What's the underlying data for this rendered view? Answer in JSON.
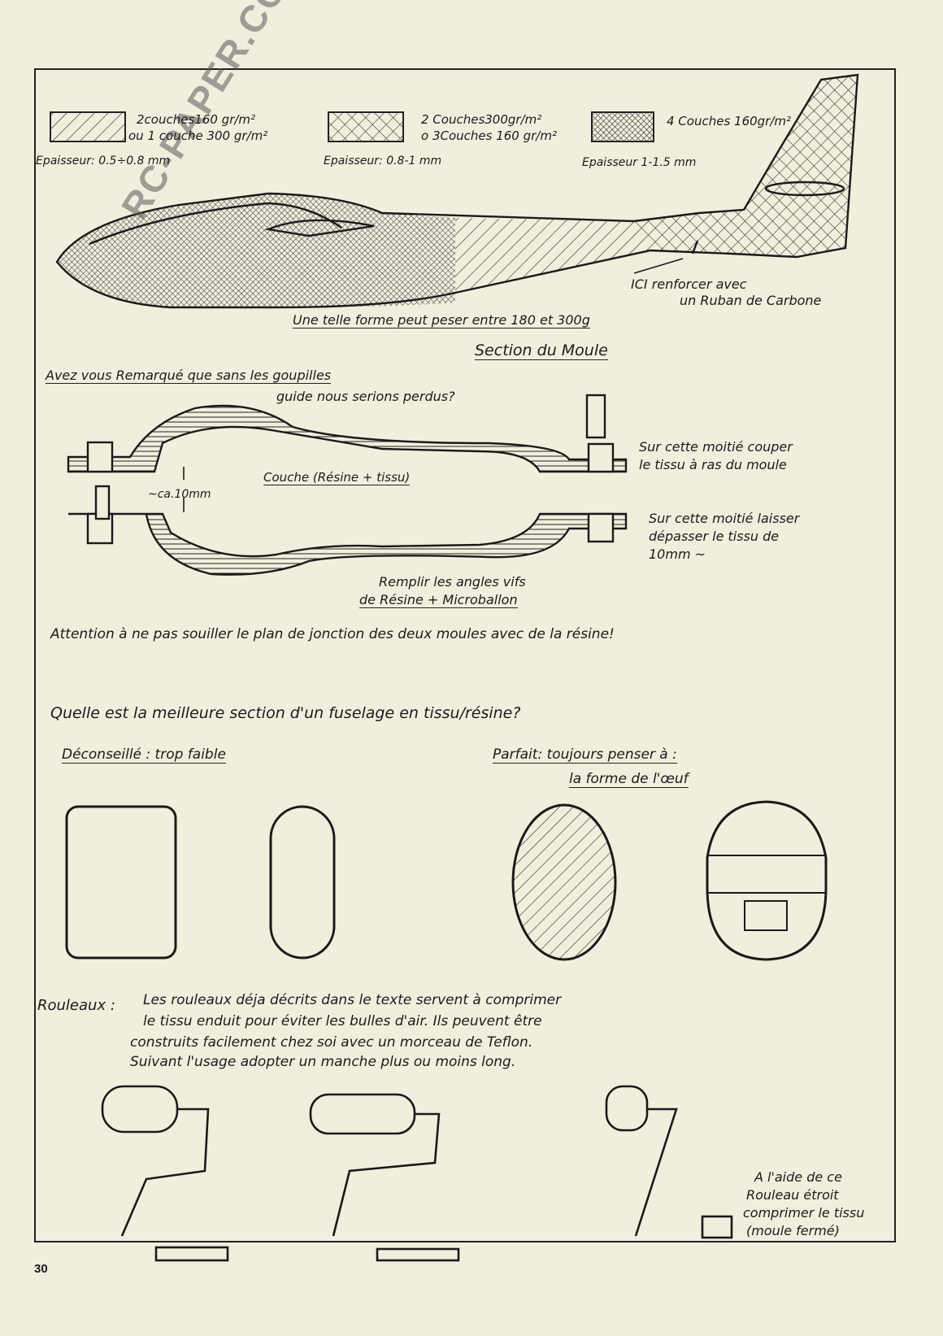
{
  "watermark": "RC-PAPER.COM",
  "legend": [
    {
      "line1": "2couches160 gr/m²",
      "line2": "ou 1 couche 300 gr/m²",
      "thickness": "Epaisseur: 0.5÷0.8 mm"
    },
    {
      "line1": "2 Couches300gr/m²",
      "line2": "o 3Couches 160 gr/m²",
      "thickness": "Epaisseur: 0.8-1 mm"
    },
    {
      "line1": "4 Couches 160gr/m²",
      "line2": "",
      "thickness": "Epaisseur 1-1.5 mm"
    }
  ],
  "fuselage": {
    "note1": "ICI renforcer avec",
    "note2": "un Ruban de Carbone",
    "weight": "Une telle forme peut peser entre 180 et 300g"
  },
  "mould": {
    "title": "Section du Moule",
    "question1": "Avez vous Remarqué que sans les goupilles",
    "question2": "guide nous serions perdus?",
    "layer": "Couche (Résine + tissu)",
    "gap": "~ca.10mm",
    "top1": "Sur cette moitié couper",
    "top2": "le tissu à ras du moule",
    "bot1": "Sur cette moitié laisser",
    "bot2": "dépasser le tissu de",
    "bot3": "10mm ~",
    "fill1": "Remplir les angles vifs",
    "fill2": "de Résine + Microballon",
    "warning": "Attention à ne pas souiller le plan de jonction des deux moules avec de la résine!"
  },
  "sections": {
    "question": "Quelle est la meilleure section d'un fuselage en tissu/résine?",
    "bad": "Déconseillé : trop faible",
    "good1": "Parfait: toujours penser à :",
    "good2": "la forme de l'œuf"
  },
  "rollers": {
    "label": "Rouleaux :",
    "l1": "Les rouleaux déja décrits dans le texte servent à comprimer",
    "l2": "le tissu enduit pour éviter les bulles d'air. Ils peuvent être",
    "l3": "construits facilement chez soi avec un morceau de Teflon.",
    "l4": "Suivant l'usage adopter un manche plus ou moins long.",
    "n1": "A l'aide de ce",
    "n2": "Rouleau étroit",
    "n3": "comprimer le tissu",
    "n4": "(moule fermé)"
  },
  "page_number": "30"
}
